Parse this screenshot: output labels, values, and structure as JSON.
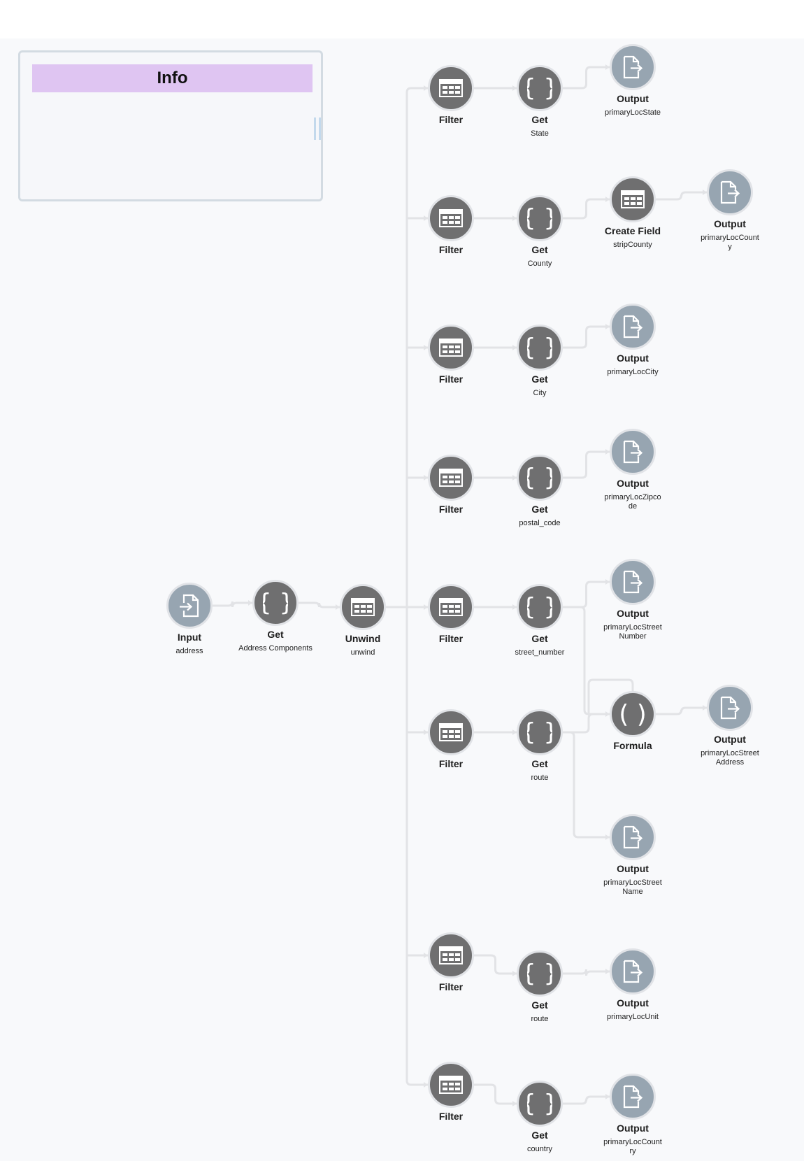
{
  "info_panel": {
    "title": "Info"
  },
  "colors": {
    "canvas": "#f8f9fb",
    "process_node": "#6f6f70",
    "io_node": "#97a5b1",
    "info_header": "#dfc5f2",
    "wire": "#e2e3e6"
  },
  "nodes": {
    "input": {
      "title": "Input",
      "sub": "address",
      "icon": "file-input-icon"
    },
    "get_components": {
      "title": "Get",
      "sub": "Address Components",
      "icon": "curly-braces-icon"
    },
    "unwind": {
      "title": "Unwind",
      "sub": "unwind",
      "icon": "table-icon"
    },
    "filter_1": {
      "title": "Filter",
      "icon": "table-icon"
    },
    "get_state": {
      "title": "Get",
      "sub": "State",
      "icon": "curly-braces-icon"
    },
    "out_state": {
      "title": "Output",
      "sub": "primaryLocState",
      "icon": "file-output-icon"
    },
    "filter_2": {
      "title": "Filter",
      "icon": "table-icon"
    },
    "get_county": {
      "title": "Get",
      "sub": "County",
      "icon": "curly-braces-icon"
    },
    "create_field": {
      "title": "Create Field",
      "sub": "stripCounty",
      "icon": "table-icon"
    },
    "out_county": {
      "title": "Output",
      "sub": "primaryLocCounty",
      "icon": "file-output-icon"
    },
    "filter_3": {
      "title": "Filter",
      "icon": "table-icon"
    },
    "get_city": {
      "title": "Get",
      "sub": "City",
      "icon": "curly-braces-icon"
    },
    "out_city": {
      "title": "Output",
      "sub": "primaryLocCity",
      "icon": "file-output-icon"
    },
    "filter_4": {
      "title": "Filter",
      "icon": "table-icon"
    },
    "get_postal": {
      "title": "Get",
      "sub": "postal_code",
      "icon": "curly-braces-icon"
    },
    "out_zip": {
      "title": "Output",
      "sub": "primaryLocZipcode",
      "icon": "file-output-icon"
    },
    "filter_5": {
      "title": "Filter",
      "icon": "table-icon"
    },
    "get_street_number": {
      "title": "Get",
      "sub": "street_number",
      "icon": "curly-braces-icon"
    },
    "out_street_number": {
      "title": "Output",
      "sub": "primaryLocStreetNumber",
      "icon": "file-output-icon"
    },
    "filter_6": {
      "title": "Filter",
      "icon": "table-icon"
    },
    "get_route": {
      "title": "Get",
      "sub": "route",
      "icon": "curly-braces-icon"
    },
    "formula": {
      "title": "Formula",
      "icon": "parentheses-icon"
    },
    "out_street_address": {
      "title": "Output",
      "sub": "primaryLocStreetAddress",
      "icon": "file-output-icon"
    },
    "out_street_name": {
      "title": "Output",
      "sub": "primaryLocStreetName",
      "icon": "file-output-icon"
    },
    "filter_7": {
      "title": "Filter",
      "icon": "table-icon"
    },
    "get_route_2": {
      "title": "Get",
      "sub": "route",
      "icon": "curly-braces-icon"
    },
    "out_unit": {
      "title": "Output",
      "sub": "primaryLocUnit",
      "icon": "file-output-icon"
    },
    "filter_8": {
      "title": "Filter",
      "icon": "table-icon"
    },
    "get_country": {
      "title": "Get",
      "sub": "country",
      "icon": "curly-braces-icon"
    },
    "out_country": {
      "title": "Output",
      "sub": "primaryLocCountry",
      "icon": "file-output-icon"
    }
  }
}
